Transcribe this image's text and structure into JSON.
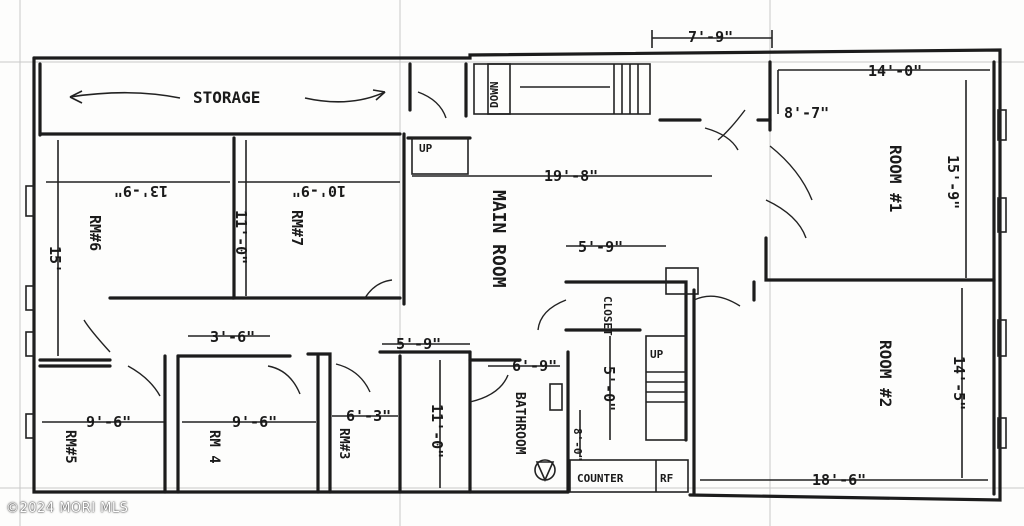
{
  "rooms": {
    "storage": "STORAGE",
    "main": "MAIN ROOM",
    "room1": "ROOM #1",
    "room2": "ROOM #2",
    "rm3": "RM#3",
    "rm4": "RM 4",
    "rm5": "RM#5",
    "rm6": "RM#6",
    "rm7": "RM#7",
    "bathroom": "BATHROOM",
    "closet": "CLOSET",
    "counter": "COUNTER",
    "rf": "RF"
  },
  "stairs": {
    "down": "DOWN",
    "up_top": "UP",
    "up_lower": "UP"
  },
  "dimensions": {
    "top_stair_width": "7'-9\"",
    "room1_width": "14'-0\"",
    "room1_height": "15'-9\"",
    "hall_right": "8'-7\"",
    "main_width": "19'-8\"",
    "rm6_width": "13'-9\"",
    "rm7_width": "10'-9\"",
    "rm7_height": "11'-0\"",
    "rm6_height": "15'",
    "closet_width": "5'-9\"",
    "hall_left": "3'-6\"",
    "small_hall": "5'-9\"",
    "bath_width": "6'-9\"",
    "bath_height": "5'-0\"",
    "rm3_height": "11'-0\"",
    "rm5_width": "9'-6\"",
    "rm4_width": "9'-6\"",
    "rm3_width": "6'-3\"",
    "room2_height": "14'-5\"",
    "room2_width": "18'-6\"",
    "bath_small": "8'-0\""
  },
  "watermark": "©2024 MORI MLS"
}
